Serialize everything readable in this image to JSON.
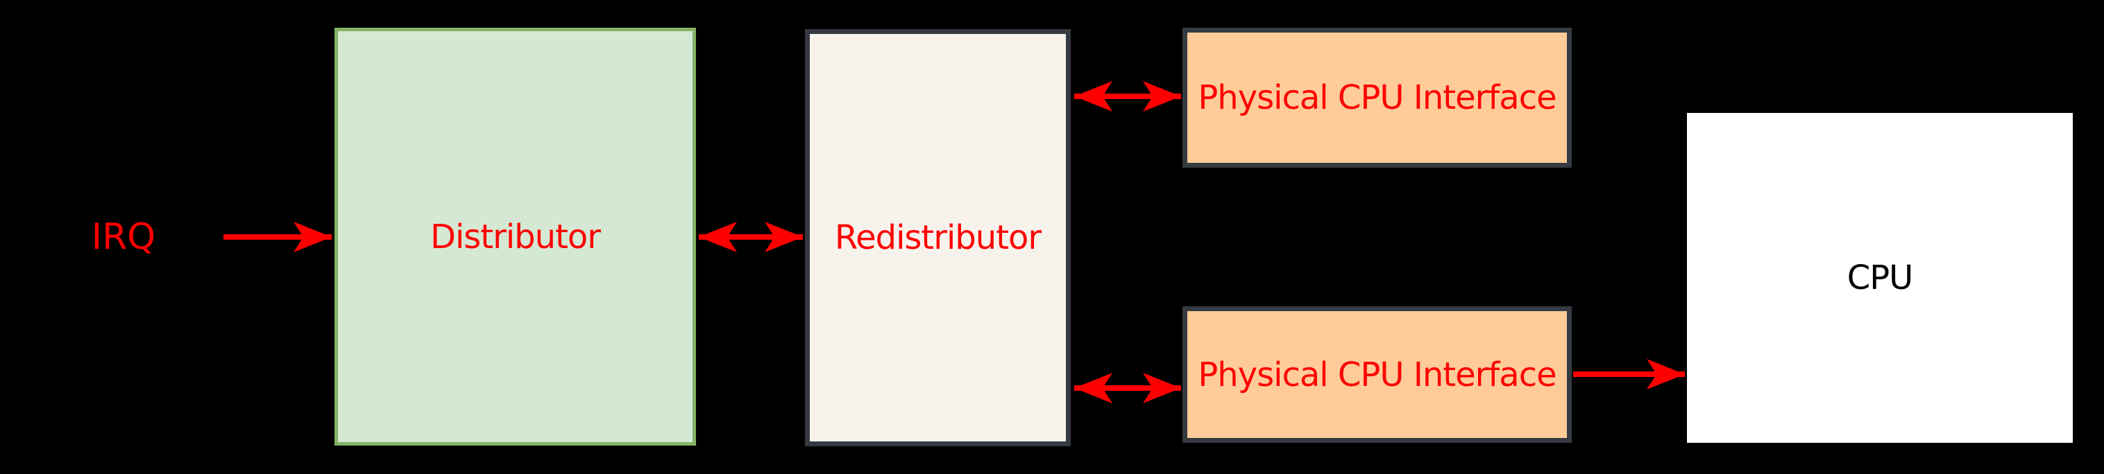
{
  "canvas": {
    "background": "#000000",
    "arrow_color": "#ff0000",
    "label_color": "#ff0000"
  },
  "nodes": {
    "irq": {
      "label": "IRQ",
      "text_color": "#ff0000"
    },
    "distributor": {
      "label": "Distributor",
      "fill": "#d5e8d4",
      "border": "#82b366",
      "text_color": "#ff0000"
    },
    "redistributor": {
      "label": "Redistributor",
      "fill": "#f7f3ec",
      "border": "#343a40",
      "text_color": "#ff0000"
    },
    "physical_cpu_interface_top": {
      "label": "Physical CPU Interface",
      "fill": "#ffcc99",
      "border": "#343a40",
      "text_color": "#ff0000"
    },
    "physical_cpu_interface_bottom": {
      "label": "Physical CPU Interface",
      "fill": "#ffcc99",
      "border": "#343a40",
      "text_color": "#ff0000"
    },
    "cpu": {
      "label": "CPU",
      "fill": "#ffffff",
      "text_color": "#000000"
    }
  },
  "edges": [
    {
      "from": "IRQ",
      "to": "Distributor",
      "direction": "one-way-right"
    },
    {
      "from": "Distributor",
      "to": "Redistributor",
      "direction": "two-way"
    },
    {
      "from": "Redistributor",
      "to": "Physical CPU Interface (top)",
      "direction": "two-way"
    },
    {
      "from": "Redistributor",
      "to": "Physical CPU Interface (bottom)",
      "direction": "two-way"
    },
    {
      "from": "Physical CPU Interface (bottom)",
      "to": "CPU",
      "direction": "one-way-right"
    }
  ]
}
